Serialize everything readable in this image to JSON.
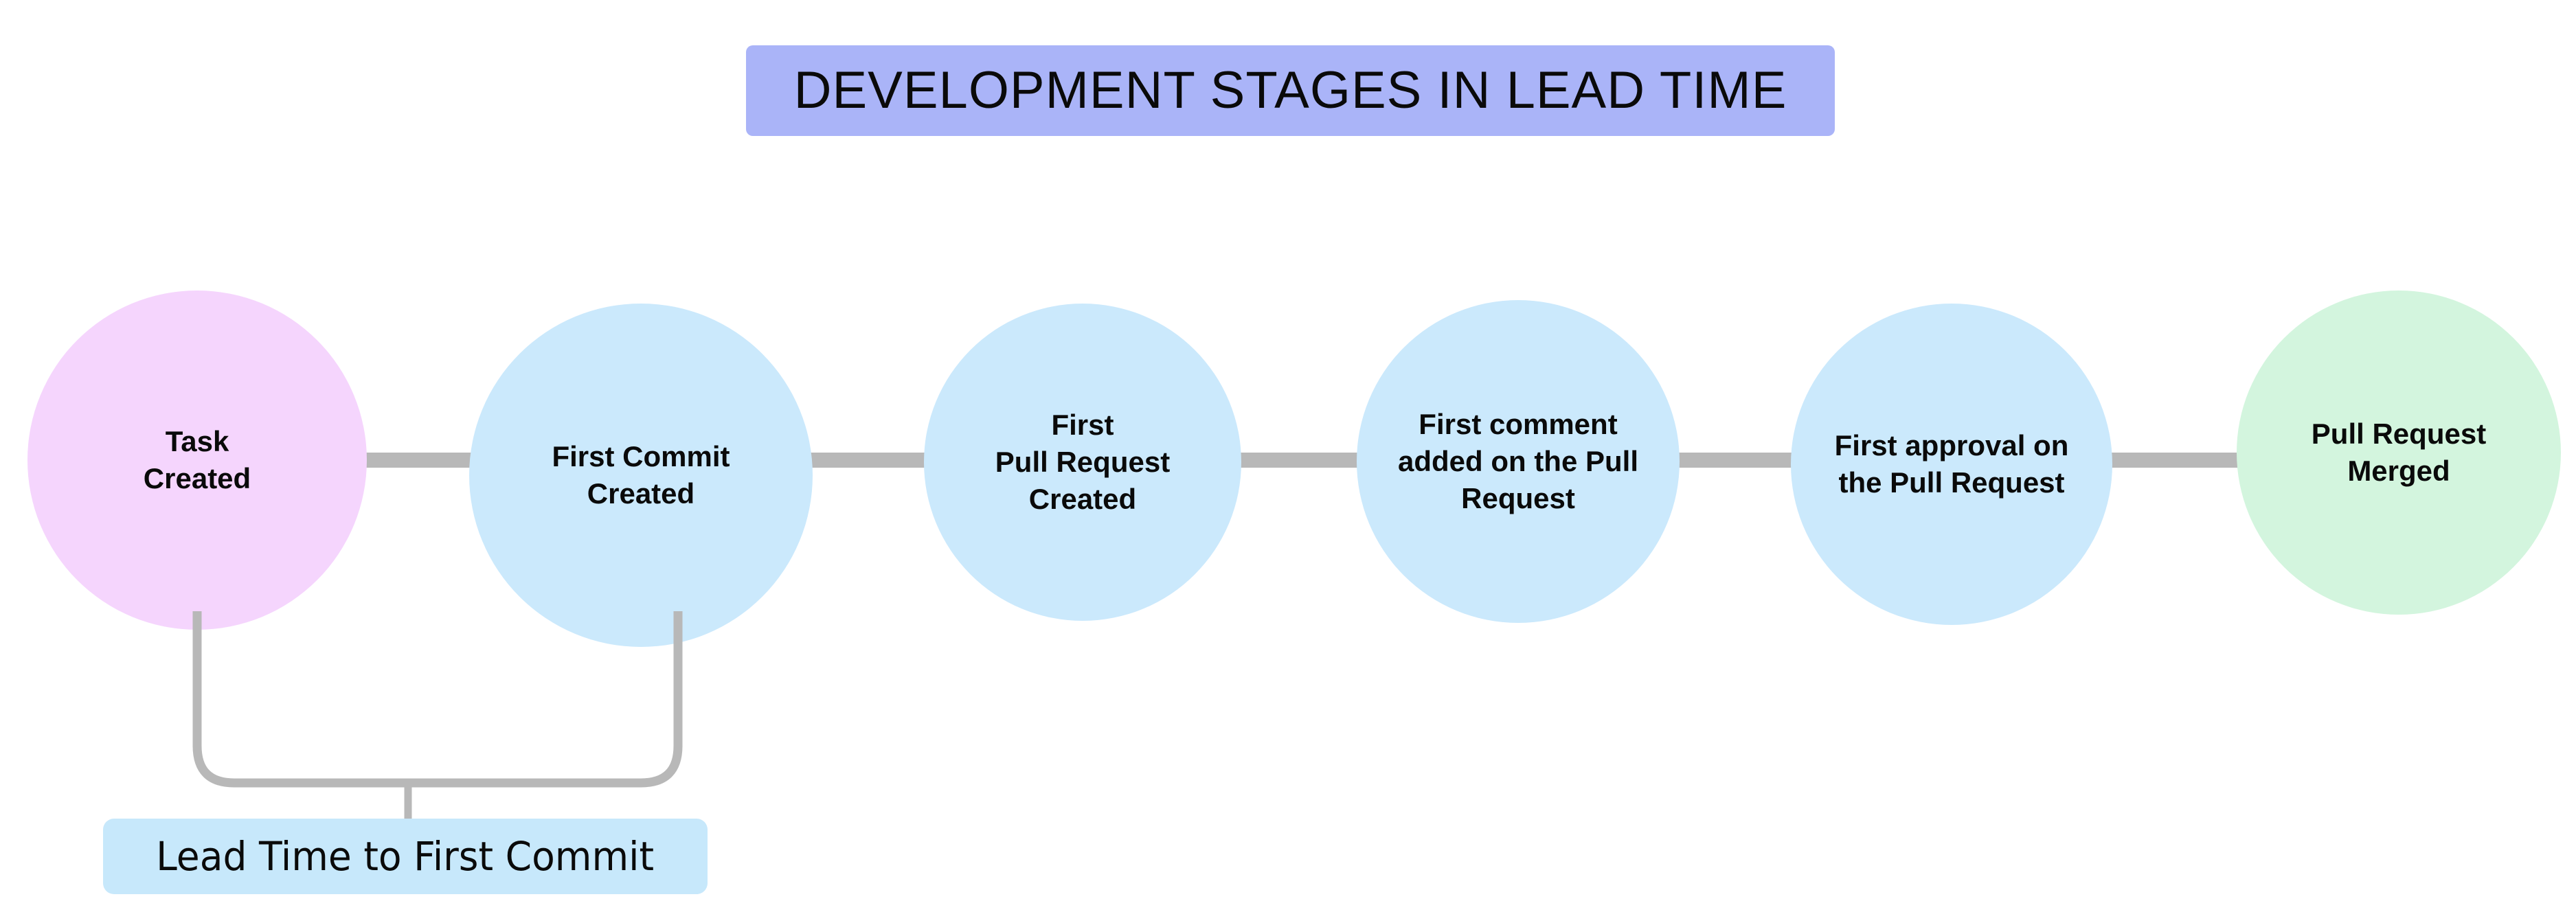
{
  "title": {
    "text": "DEVELOPMENT STAGES IN LEAD TIME",
    "background_color": "#aab4f8",
    "text_color": "#0a0a0a"
  },
  "colors": {
    "page_background": "#ffffff",
    "start_node": "#f5d5fd",
    "middle_node": "#cbe9fc",
    "end_node": "#d3f5de",
    "connector": "#b8b8b8",
    "annotation_background": "#c7e8fb",
    "text": "#0a0a0a"
  },
  "pipeline": {
    "nodes": [
      {
        "id": "task-created",
        "label": "Task\nCreated",
        "color": "#f5d5fd"
      },
      {
        "id": "first-commit",
        "label": "First Commit\nCreated",
        "color": "#cbe9fc"
      },
      {
        "id": "first-pull-request",
        "label": "First\nPull Request\nCreated",
        "color": "#cbe9fc"
      },
      {
        "id": "first-comment",
        "label": "First comment\nadded on the Pull\nRequest",
        "color": "#cbe9fc"
      },
      {
        "id": "first-approval",
        "label": "First approval on\nthe Pull Request",
        "color": "#cbe9fc"
      },
      {
        "id": "pull-request-merged",
        "label": "Pull Request\nMerged",
        "color": "#d3f5de"
      }
    ],
    "connector_count": 5
  },
  "annotation": {
    "label": "Lead Time to First Commit",
    "spans_from": "task-created",
    "spans_to": "first-commit",
    "background_color": "#c7e8fb"
  }
}
